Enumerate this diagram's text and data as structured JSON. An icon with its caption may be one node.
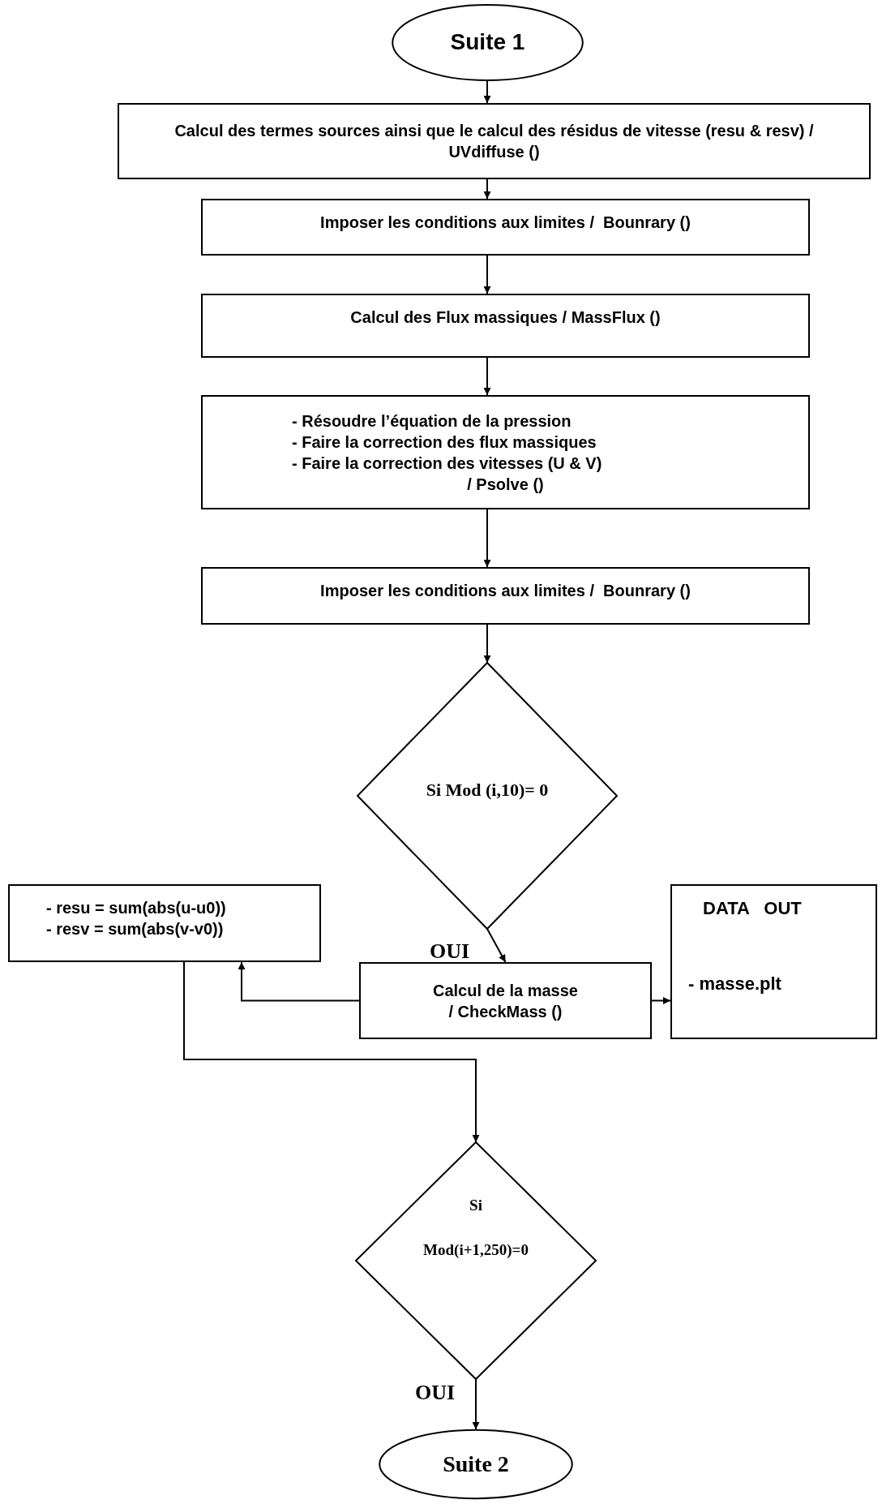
{
  "diagram": {
    "nodes": [
      {
        "text": [
          "Suite 1"
        ]
      },
      {
        "text": [
          "Calcul des termes sources ainsi que le calcul des résidus de vitesse (resu & resv) / UVdiffuse ()"
        ]
      },
      {
        "text": [
          "Imposer les conditions aux limites /  Bounrary ()"
        ]
      },
      {
        "text": [
          "Calcul des Flux massiques / MassFlux ()"
        ]
      },
      {
        "text": [
          "- Résoudre l’équation de la pression",
          "- Faire la correction des flux massiques",
          "- Faire la correction des vitesses (U & V)",
          "/ Psolve ()"
        ]
      },
      {
        "text": [
          "Imposer les conditions aux limites /  Bounrary ()"
        ]
      },
      {
        "text": [
          "Si Mod (i,10)= 0"
        ]
      },
      {
        "text": [
          "- resu = sum(abs(u-u0))",
          "- resv = sum(abs(v-v0))"
        ]
      },
      {
        "text": [
          "DATA   OUT",
          "- masse.plt"
        ]
      },
      {
        "text": [
          "Calcul de la masse",
          "/ CheckMass ()"
        ]
      },
      {
        "text": [
          "Si",
          "Mod(i+1,250)=0"
        ]
      },
      {
        "text": [
          "Suite 2"
        ]
      }
    ],
    "edges": [
      {
        "from": 0,
        "to": 1,
        "arrow": "to"
      },
      {
        "from": 1,
        "to": 2,
        "arrow": "to"
      },
      {
        "from": 2,
        "to": 3,
        "arrow": "to"
      },
      {
        "from": 3,
        "to": 4,
        "arrow": "to"
      },
      {
        "from": 4,
        "to": 5,
        "arrow": "to"
      },
      {
        "from": 5,
        "to": 6,
        "arrow": "to"
      },
      {
        "from": 6,
        "to": 9,
        "arrow": "to",
        "label": "OUI"
      },
      {
        "from": 9,
        "to": 7,
        "arrow": "to"
      },
      {
        "from": 9,
        "to": 8,
        "arrow": "to"
      },
      {
        "from": 7,
        "to": 10,
        "arrow": "to"
      },
      {
        "from": 10,
        "to": 11,
        "arrow": "to",
        "label": "OUI"
      }
    ]
  }
}
